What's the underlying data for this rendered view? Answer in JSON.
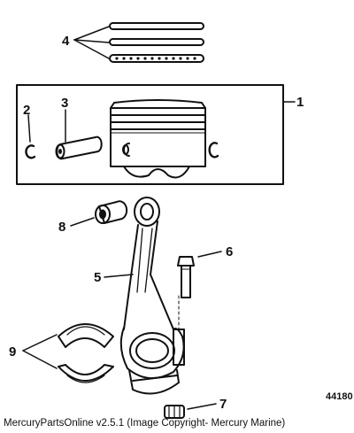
{
  "figure": {
    "number": "44180"
  },
  "caption": "MercuryPartsOnline v2.5.1 (Image Copyright- Mercury Marine)",
  "callouts": [
    {
      "number": "1"
    },
    {
      "number": "2"
    },
    {
      "number": "3"
    },
    {
      "number": "4"
    },
    {
      "number": "5"
    },
    {
      "number": "6"
    },
    {
      "number": "7"
    },
    {
      "number": "8"
    },
    {
      "number": "9"
    }
  ]
}
